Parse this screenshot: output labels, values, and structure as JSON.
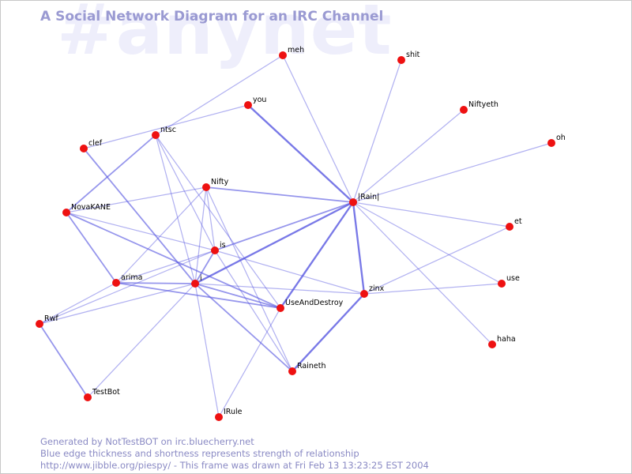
{
  "watermark": "#anynet",
  "title": "A Social Network Diagram for an IRC Channel",
  "footer": {
    "line1": "Generated by NotTestBOT on irc.bluecherry.net",
    "line2": "Blue edge thickness and shortness represents strength of relationship",
    "line3": "http://www.jibble.org/piespy/ - This frame was drawn at Fri Feb 13 13:23:25 EST 2004"
  },
  "colors": {
    "node": "#ee1111",
    "edge": "#5555e0",
    "title": "#9a9ad2",
    "watermark": "#eeeefb",
    "footer": "#8a8ac4"
  },
  "nodes": [
    {
      "id": "meh",
      "label": "meh"
    },
    {
      "id": "shit",
      "label": "shit"
    },
    {
      "id": "you",
      "label": "you"
    },
    {
      "id": "Niftyeth",
      "label": "Niftyeth"
    },
    {
      "id": "clef",
      "label": "clef"
    },
    {
      "id": "ntsc",
      "label": "ntsc"
    },
    {
      "id": "oh",
      "label": "oh"
    },
    {
      "id": "Nifty",
      "label": "Nifty"
    },
    {
      "id": "Rain",
      "label": "|Rain|"
    },
    {
      "id": "NovaKANE",
      "label": "NovaKANE"
    },
    {
      "id": "et",
      "label": "et"
    },
    {
      "id": "is",
      "label": "is"
    },
    {
      "id": "arima",
      "label": "arima"
    },
    {
      "id": "i",
      "label": "i"
    },
    {
      "id": "use",
      "label": "use"
    },
    {
      "id": "zinx",
      "label": "zinx"
    },
    {
      "id": "UseAndDestroy",
      "label": "UseAndDestroy"
    },
    {
      "id": "Rwf",
      "label": "Rwf"
    },
    {
      "id": "haha",
      "label": "haha"
    },
    {
      "id": "Raineth",
      "label": "Raineth"
    },
    {
      "id": "TestBot",
      "label": "TestBot"
    },
    {
      "id": "IRule",
      "label": "IRule"
    }
  ],
  "edges": [
    {
      "source": "meh",
      "target": "ntsc",
      "weight": 1
    },
    {
      "source": "meh",
      "target": "Rain",
      "weight": 1
    },
    {
      "source": "shit",
      "target": "Rain",
      "weight": 1
    },
    {
      "source": "Niftyeth",
      "target": "Rain",
      "weight": 1
    },
    {
      "source": "oh",
      "target": "Rain",
      "weight": 1
    },
    {
      "source": "you",
      "target": "Rain",
      "weight": 3
    },
    {
      "source": "you",
      "target": "clef",
      "weight": 1
    },
    {
      "source": "ntsc",
      "target": "NovaKANE",
      "weight": 2
    },
    {
      "source": "ntsc",
      "target": "is",
      "weight": 1
    },
    {
      "source": "ntsc",
      "target": "i",
      "weight": 1
    },
    {
      "source": "ntsc",
      "target": "UseAndDestroy",
      "weight": 1
    },
    {
      "source": "clef",
      "target": "i",
      "weight": 2
    },
    {
      "source": "Nifty",
      "target": "Rain",
      "weight": 2
    },
    {
      "source": "Nifty",
      "target": "NovaKANE",
      "weight": 1
    },
    {
      "source": "Nifty",
      "target": "arima",
      "weight": 1
    },
    {
      "source": "Nifty",
      "target": "i",
      "weight": 1
    },
    {
      "source": "Nifty",
      "target": "is",
      "weight": 1
    },
    {
      "source": "Nifty",
      "target": "Raineth",
      "weight": 1
    },
    {
      "source": "Rain",
      "target": "is",
      "weight": 2
    },
    {
      "source": "Rain",
      "target": "i",
      "weight": 3
    },
    {
      "source": "Rain",
      "target": "UseAndDestroy",
      "weight": 3
    },
    {
      "source": "Rain",
      "target": "zinx",
      "weight": 3
    },
    {
      "source": "Rain",
      "target": "et",
      "weight": 1
    },
    {
      "source": "Rain",
      "target": "use",
      "weight": 1
    },
    {
      "source": "Rain",
      "target": "haha",
      "weight": 1
    },
    {
      "source": "NovaKANE",
      "target": "is",
      "weight": 1
    },
    {
      "source": "NovaKANE",
      "target": "arima",
      "weight": 2
    },
    {
      "source": "NovaKANE",
      "target": "UseAndDestroy",
      "weight": 2
    },
    {
      "source": "et",
      "target": "zinx",
      "weight": 1
    },
    {
      "source": "use",
      "target": "zinx",
      "weight": 1
    },
    {
      "source": "is",
      "target": "arima",
      "weight": 1
    },
    {
      "source": "is",
      "target": "i",
      "weight": 2
    },
    {
      "source": "is",
      "target": "zinx",
      "weight": 1
    },
    {
      "source": "is",
      "target": "Raineth",
      "weight": 1
    },
    {
      "source": "is",
      "target": "Rwf",
      "weight": 1
    },
    {
      "source": "arima",
      "target": "i",
      "weight": 2
    },
    {
      "source": "arima",
      "target": "UseAndDestroy",
      "weight": 2
    },
    {
      "source": "arima",
      "target": "Rwf",
      "weight": 1
    },
    {
      "source": "i",
      "target": "Rwf",
      "weight": 1
    },
    {
      "source": "i",
      "target": "UseAndDestroy",
      "weight": 2
    },
    {
      "source": "i",
      "target": "zinx",
      "weight": 1
    },
    {
      "source": "i",
      "target": "Raineth",
      "weight": 2
    },
    {
      "source": "i",
      "target": "TestBot",
      "weight": 1
    },
    {
      "source": "i",
      "target": "IRule",
      "weight": 1
    },
    {
      "source": "zinx",
      "target": "Raineth",
      "weight": 3
    },
    {
      "source": "Rwf",
      "target": "TestBot",
      "weight": 2
    },
    {
      "source": "UseAndDestroy",
      "target": "IRule",
      "weight": 1
    }
  ]
}
